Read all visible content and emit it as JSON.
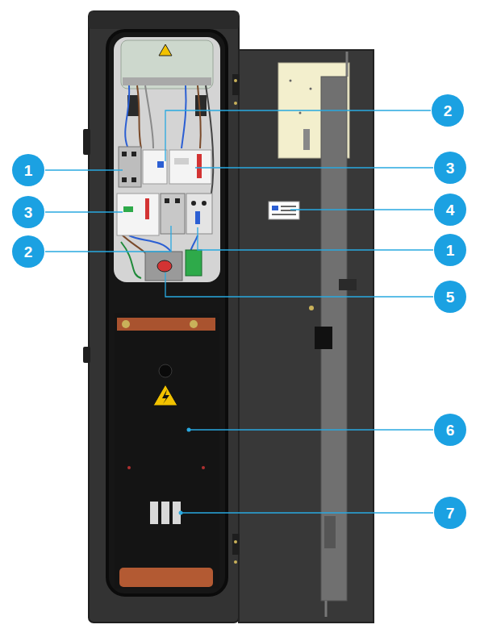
{
  "diagram": {
    "nodes": [
      {
        "text": [
          "2"
        ]
      },
      {
        "text": [
          "1"
        ]
      },
      {
        "text": [
          "3"
        ]
      },
      {
        "text": [
          "3"
        ]
      },
      {
        "text": [
          "4"
        ]
      },
      {
        "text": [
          "2"
        ]
      },
      {
        "text": [
          "1"
        ]
      },
      {
        "text": [
          "5"
        ]
      },
      {
        "text": [
          "6"
        ]
      },
      {
        "text": [
          "7"
        ]
      }
    ]
  }
}
